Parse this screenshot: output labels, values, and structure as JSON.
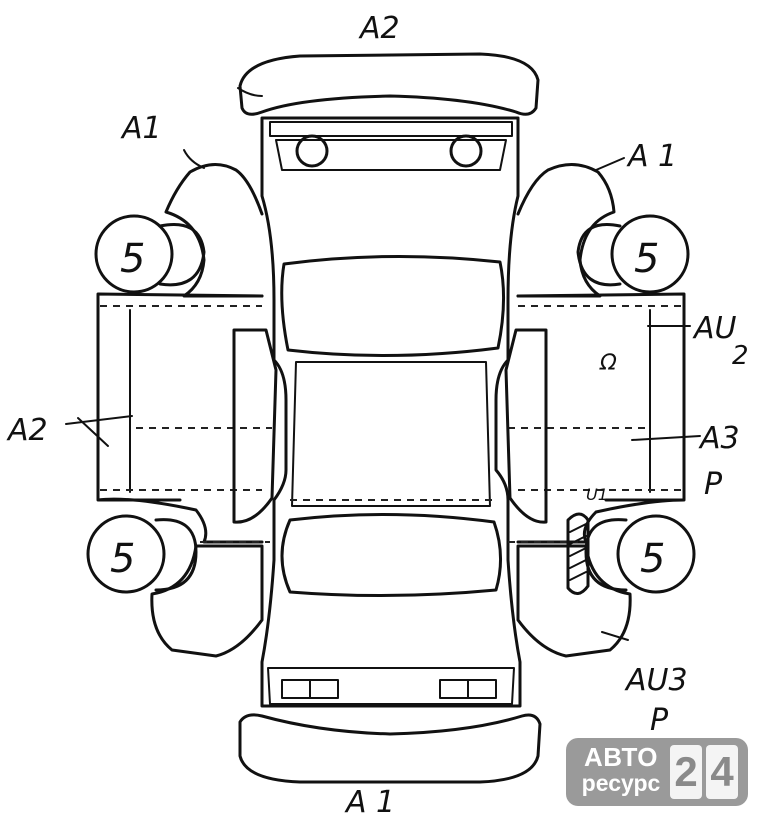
{
  "labels": {
    "top_center": "A2",
    "upper_left": "A1",
    "upper_right": "A 1",
    "right_upper_a": "AU",
    "right_upper_b": "2",
    "right_mid_a": "A3",
    "right_mid_b": "P",
    "left_mid": "A2",
    "right_small": "U1",
    "lower_right_a": "AU3",
    "lower_right_b": "P",
    "bottom_center": "A 1",
    "door_mark": "Ω"
  },
  "wheels": {
    "front_left": "5",
    "front_right": "5",
    "rear_left": "5",
    "rear_right": "5"
  },
  "watermark": {
    "line1": "АВТО",
    "line2": "ресурс",
    "digits": [
      "2",
      "4"
    ]
  }
}
